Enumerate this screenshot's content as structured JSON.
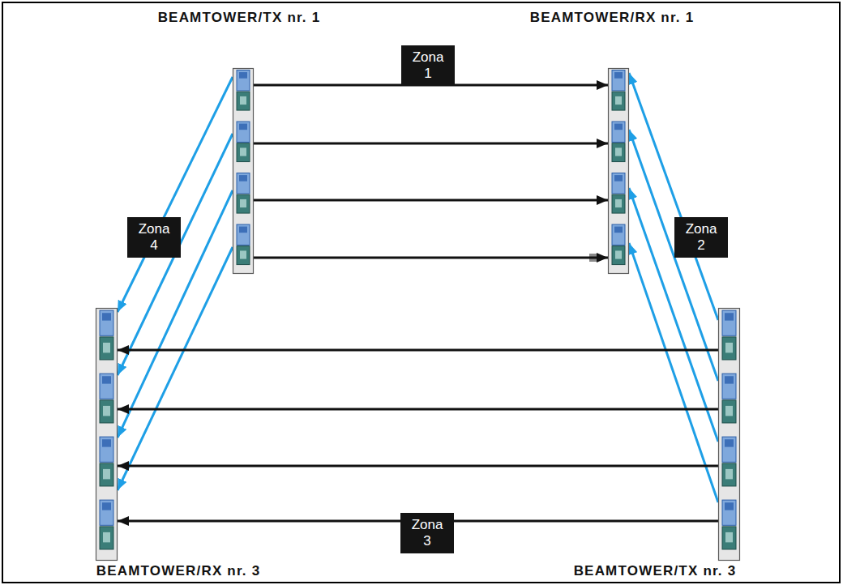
{
  "diagram": {
    "nodes": [
      {
        "text": [
          "BEAMTOWER/TX nr. 1"
        ]
      },
      {
        "text": [
          "BEAMTOWER/RX nr. 1"
        ]
      },
      {
        "text": [
          "BEAMTOWER/RX nr. 3"
        ]
      },
      {
        "text": [
          "BEAMTOWER/TX nr. 3"
        ]
      }
    ],
    "edges": [
      {
        "from": 0,
        "to": 1,
        "arrow": "to",
        "label": "Zona 1"
      },
      {
        "from": 0,
        "to": 1,
        "arrow": "to"
      },
      {
        "from": 0,
        "to": 1,
        "arrow": "to"
      },
      {
        "from": 0,
        "to": 1,
        "arrow": "to"
      },
      {
        "from": 0,
        "to": 2,
        "arrow": "to",
        "label": "Zona 4"
      },
      {
        "from": 0,
        "to": 2,
        "arrow": "to"
      },
      {
        "from": 0,
        "to": 2,
        "arrow": "to"
      },
      {
        "from": 0,
        "to": 2,
        "arrow": "to"
      },
      {
        "from": 3,
        "to": 1,
        "arrow": "to",
        "label": "Zona 2"
      },
      {
        "from": 3,
        "to": 1,
        "arrow": "to"
      },
      {
        "from": 3,
        "to": 1,
        "arrow": "to"
      },
      {
        "from": 3,
        "to": 1,
        "arrow": "to"
      },
      {
        "from": 3,
        "to": 2,
        "arrow": "to"
      },
      {
        "from": 3,
        "to": 2,
        "arrow": "to"
      },
      {
        "from": 3,
        "to": 2,
        "arrow": "to"
      },
      {
        "from": 3,
        "to": 2,
        "arrow": "to",
        "label": "Zona 3"
      }
    ]
  }
}
